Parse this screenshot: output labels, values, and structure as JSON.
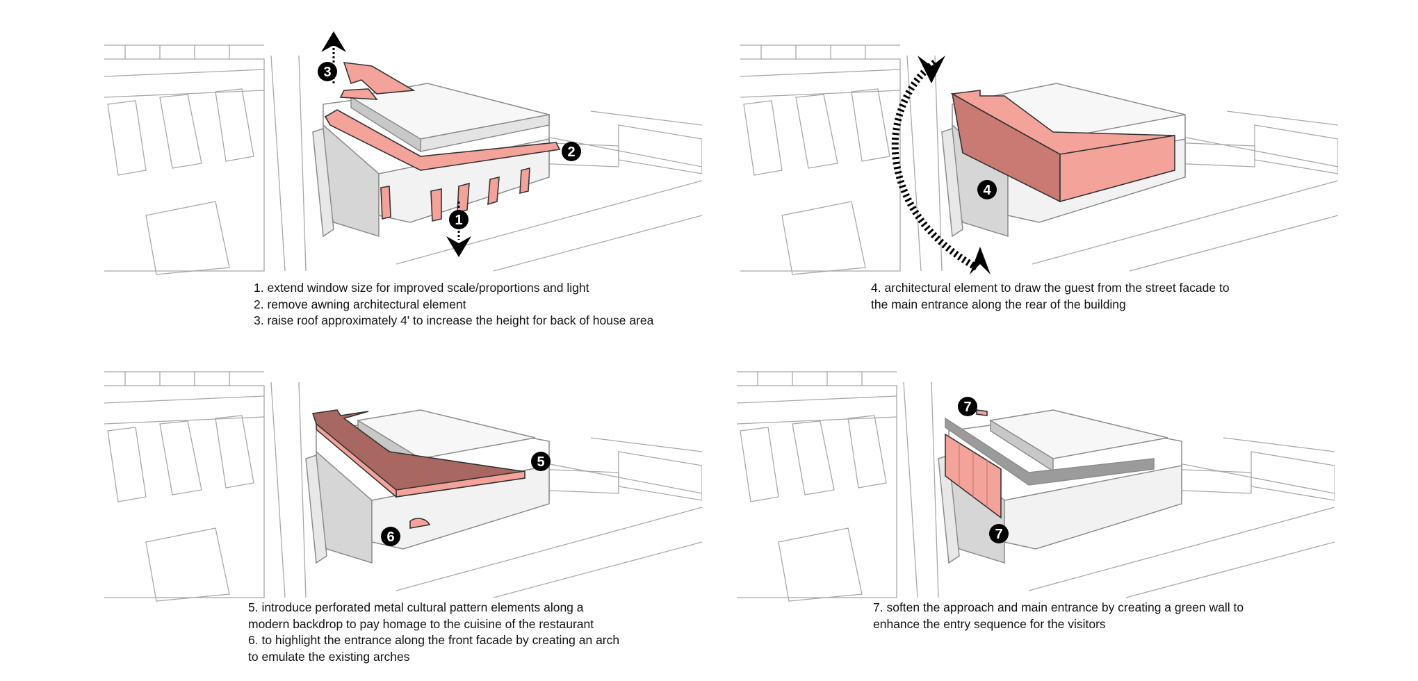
{
  "colors": {
    "highlight": "#f4a39b",
    "highlight_dark": "#c97a72",
    "line": "#9a9a9a",
    "shadow": "#cfcfcf",
    "badge": "#000000"
  },
  "panels": [
    {
      "id": "panel-1",
      "badges": [
        "1",
        "2",
        "3"
      ],
      "caption": [
        "1. extend window size for improved scale/proportions and light",
        "2. remove awning architectural element",
        "3. raise roof approximately 4' to increase the height for back of house area"
      ]
    },
    {
      "id": "panel-2",
      "badges": [
        "4"
      ],
      "caption": [
        "4. architectural element to draw the guest from the street facade to",
        "the main entrance along the rear of the building"
      ]
    },
    {
      "id": "panel-3",
      "badges": [
        "5",
        "6"
      ],
      "caption": [
        "5. introduce perforated metal cultural pattern elements along a",
        "modern backdrop to pay homage to the cuisine of the restaurant",
        "6. to highlight the entrance along the front facade by creating an arch",
        "to emulate the existing arches"
      ]
    },
    {
      "id": "panel-4",
      "badges": [
        "7",
        "7"
      ],
      "caption": [
        "7.  soften the approach and main entrance by creating a green wall to",
        "enhance the entry sequence for the visitors"
      ]
    }
  ]
}
